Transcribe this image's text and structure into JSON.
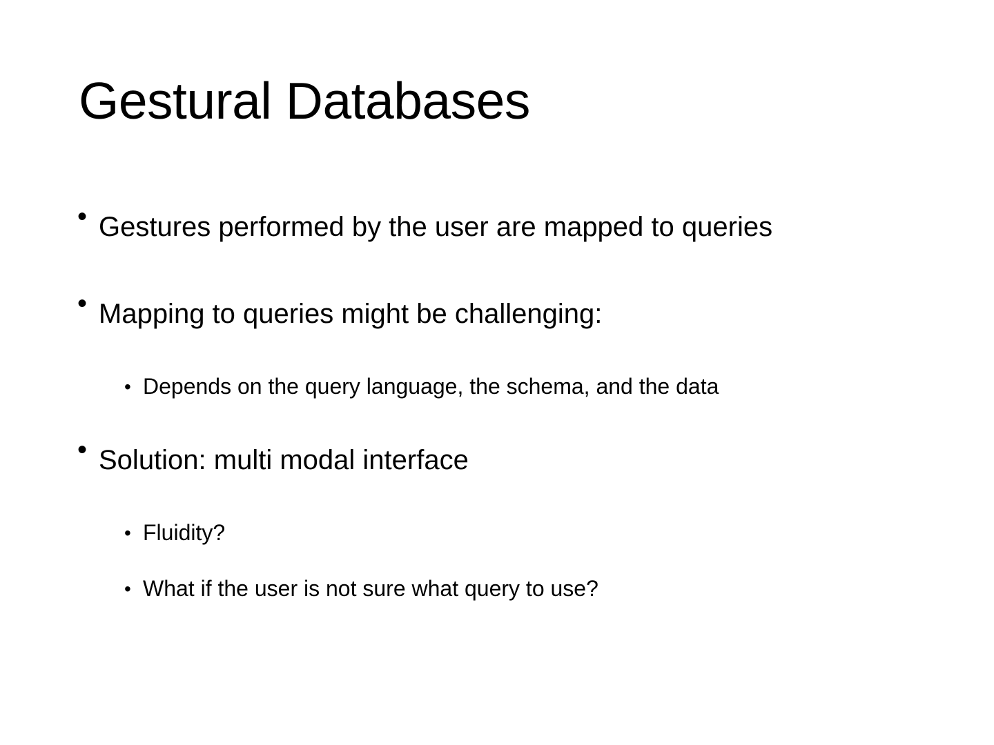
{
  "slide": {
    "title": "Gestural Databases",
    "background_color": "#FFFFFF",
    "text_color": "#000000",
    "bullet_glyph": "•",
    "content": [
      {
        "level": 1,
        "marker": "•",
        "text": "Gestures performed by the user are mapped to queries"
      },
      {
        "level": 1,
        "marker": "•",
        "text": "Mapping to queries might be challenging:"
      },
      {
        "level": 2,
        "marker": "•",
        "text": "Depends on the query language, the schema, and the data"
      },
      {
        "level": 1,
        "marker": "•",
        "text": "Solution: multi modal interface"
      },
      {
        "level": 2,
        "marker": "•",
        "text": "Fluidity?"
      },
      {
        "level": 2,
        "marker": "•",
        "text": "What if the user is not sure what query to use?"
      }
    ]
  }
}
